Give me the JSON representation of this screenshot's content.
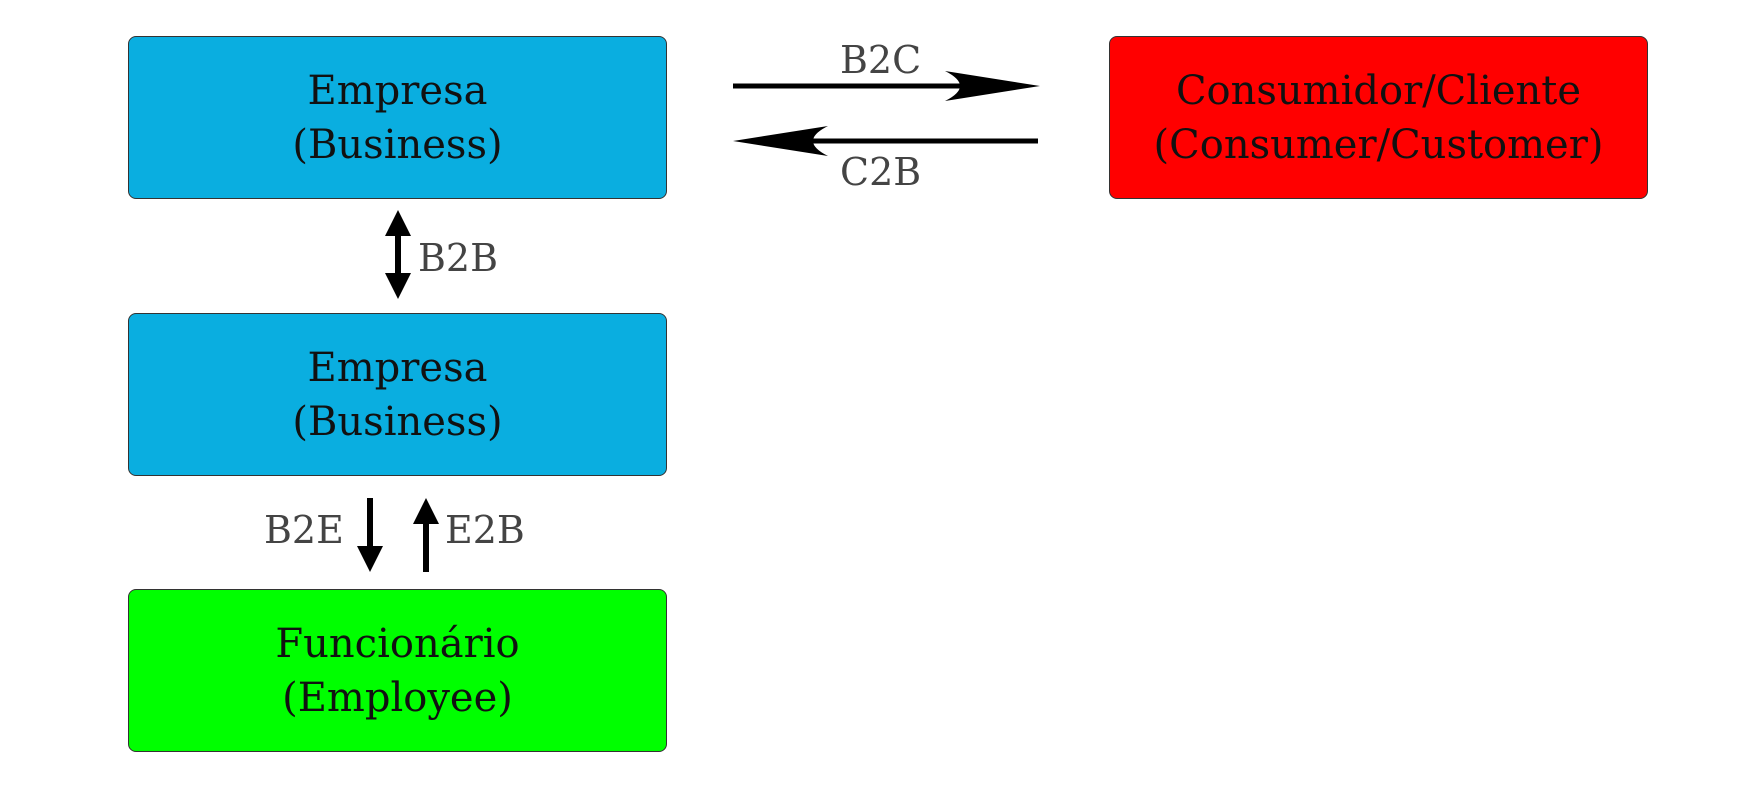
{
  "nodes": {
    "business_top": {
      "line1": "Empresa",
      "line2": "(Business)",
      "color": "#0aaee0"
    },
    "consumer": {
      "line1": "Consumidor/Cliente",
      "line2": "(Consumer/Customer)",
      "color": "#ff0000"
    },
    "business_mid": {
      "line1": "Empresa",
      "line2": "(Business)",
      "color": "#0aaee0"
    },
    "employee": {
      "line1": "Funcionário",
      "line2": "(Employee)",
      "color": "#00ff00"
    }
  },
  "edges": {
    "b2c": "B2C",
    "c2b": "C2B",
    "b2b": "B2B",
    "b2e": "B2E",
    "e2b": "E2B"
  }
}
